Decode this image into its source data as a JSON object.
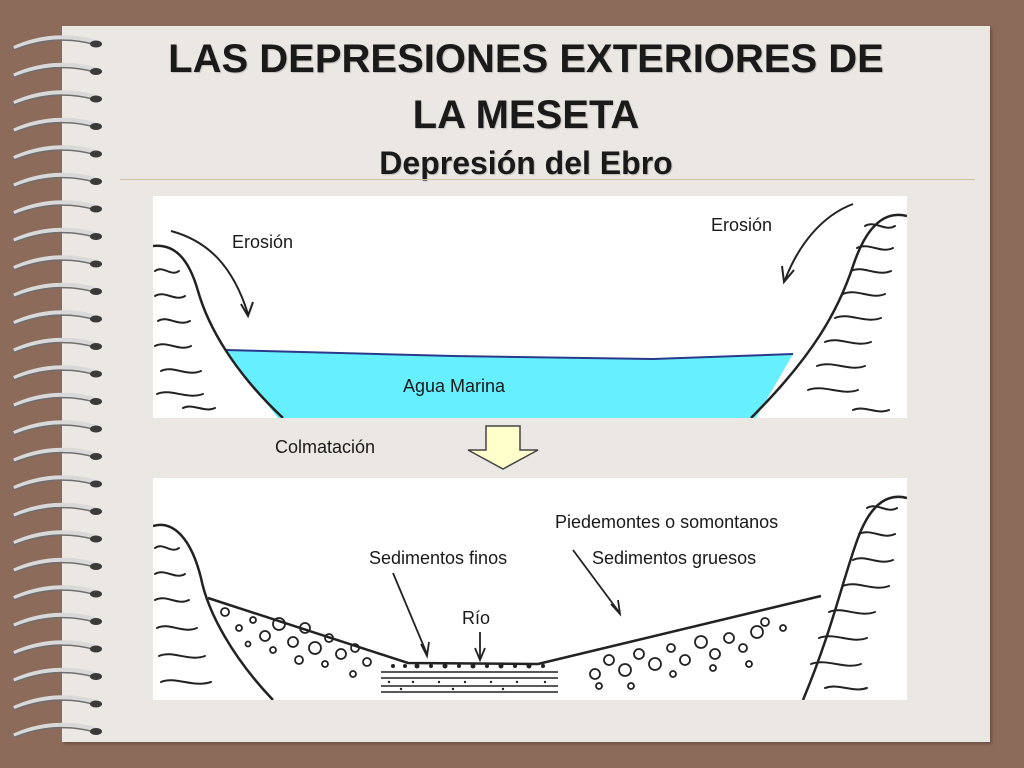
{
  "slide": {
    "title_line1": "LAS DEPRESIONES EXTERIORES DE",
    "title_line2": "LA MESETA",
    "subtitle": "Depresión del Ebro"
  },
  "diagram_top": {
    "erosion_left": "Erosión",
    "erosion_right": "Erosión",
    "water_label": "Agua Marina",
    "water_color": "#66f0ff"
  },
  "transition": {
    "label": "Colmatación",
    "arrow_fill": "#ffffcc"
  },
  "diagram_bottom": {
    "piedemontes": "Piedemontes o somontanos",
    "sedimentos_finos": "Sedimentos finos",
    "sedimentos_gruesos": "Sedimentos gruesos",
    "rio": "Río"
  },
  "colors": {
    "frame": "#8c6b5a",
    "page": "#ebe7e3"
  }
}
